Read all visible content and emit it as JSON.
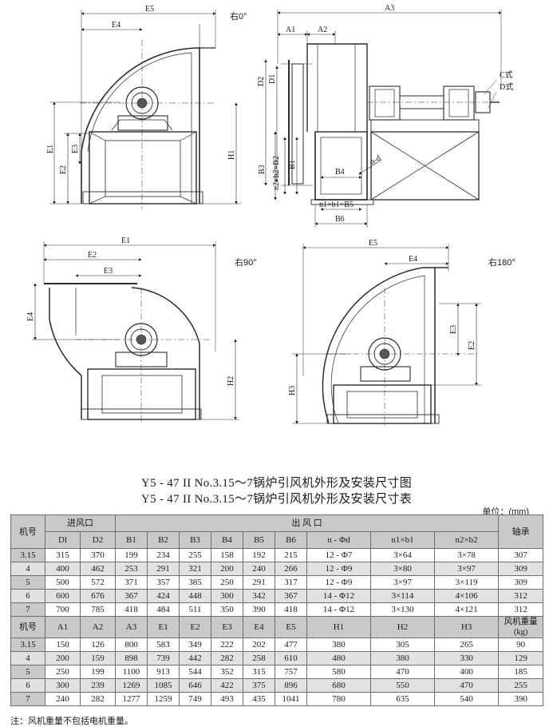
{
  "drawings": {
    "top_left": {
      "orientation": "右0°",
      "labels": {
        "e5": "E5",
        "e4": "E4",
        "e1": "E1",
        "e2": "E2",
        "e3": "E3",
        "h1": "H1"
      }
    },
    "top_right": {
      "labels": {
        "a3": "A3",
        "a1": "A1",
        "a2": "A2",
        "d2": "D2",
        "d1": "D1",
        "c_type": "C式",
        "d_type": "D式",
        "b3": "B3",
        "b1": "B1",
        "n2b2": "n2×b2=B2",
        "b4": "B4",
        "n_d": "n-d",
        "n1b1": "n1×b1=B5",
        "b6": "B6"
      }
    },
    "bottom_left": {
      "orientation": "右90°",
      "labels": {
        "e1": "E1",
        "e2": "E2",
        "e3": "E3",
        "e4": "E4",
        "h2": "H2"
      }
    },
    "bottom_right": {
      "orientation": "右180°",
      "labels": {
        "e5": "E5",
        "e4": "E4",
        "e3": "E3",
        "e2": "E2",
        "h3": "H3"
      }
    }
  },
  "titles": {
    "drawing_title": "Y5 - 47 II  No.3.15～7锅炉引风机外形及安装尺寸图",
    "table_title": "Y5 - 47 II  No.3.15～7锅炉引风机外形及安装尺寸表"
  },
  "unit": "单位：(mm)",
  "table1": {
    "group_headers": {
      "model": "机号",
      "inlet": "进风口",
      "outlet": "出 风 口",
      "bearing": "轴承"
    },
    "columns": [
      "Dl",
      "D2",
      "B1",
      "B2",
      "B3",
      "B4",
      "B5",
      "B6",
      "n - Φd",
      "n1×b1",
      "n2×b2"
    ],
    "rows": [
      {
        "model": "3.15",
        "values": [
          "315",
          "370",
          "199",
          "234",
          "255",
          "158",
          "192",
          "215",
          "12 - Φ7",
          "3×64",
          "3×78",
          "307"
        ]
      },
      {
        "model": "4",
        "values": [
          "400",
          "462",
          "253",
          "291",
          "321",
          "200",
          "240",
          "266",
          "12 - Φ9",
          "3×80",
          "3×97",
          "309"
        ]
      },
      {
        "model": "5",
        "values": [
          "500",
          "572",
          "371",
          "357",
          "385",
          "250",
          "291",
          "317",
          "12 - Φ9",
          "3×97",
          "3×119",
          "309"
        ]
      },
      {
        "model": "6",
        "values": [
          "600",
          "676",
          "367",
          "424",
          "448",
          "300",
          "342",
          "367",
          "14 - Φ12",
          "3×114",
          "4×106",
          "312"
        ]
      },
      {
        "model": "7",
        "values": [
          "700",
          "785",
          "418",
          "484",
          "511",
          "350",
          "390",
          "418",
          "14 - Φ12",
          "3×130",
          "4×121",
          "312"
        ]
      }
    ]
  },
  "table2": {
    "model_header": "机号",
    "columns": [
      "A1",
      "A2",
      "A3",
      "E1",
      "E2",
      "E3",
      "E4",
      "E5",
      "H1",
      "H2",
      "H3"
    ],
    "weight_header": "风机重量(kg)",
    "rows": [
      {
        "model": "3.15",
        "values": [
          "150",
          "126",
          "800",
          "583",
          "349",
          "222",
          "202",
          "477",
          "380",
          "305",
          "265",
          "90"
        ]
      },
      {
        "model": "4",
        "values": [
          "200",
          "159",
          "898",
          "739",
          "442",
          "282",
          "258",
          "610",
          "480",
          "380",
          "330",
          "129"
        ]
      },
      {
        "model": "5",
        "values": [
          "250",
          "199",
          "1100",
          "913",
          "544",
          "352",
          "315",
          "757",
          "580",
          "470",
          "400",
          "185"
        ]
      },
      {
        "model": "6",
        "values": [
          "300",
          "239",
          "1269",
          "1085",
          "646",
          "422",
          "375",
          "896",
          "680",
          "550",
          "470",
          "255"
        ]
      },
      {
        "model": "7",
        "values": [
          "240",
          "282",
          "1277",
          "1259",
          "749",
          "493",
          "435",
          "1041",
          "780",
          "635",
          "540",
          "390"
        ]
      }
    ]
  },
  "note": "注：风机重量不包括电机重量。"
}
